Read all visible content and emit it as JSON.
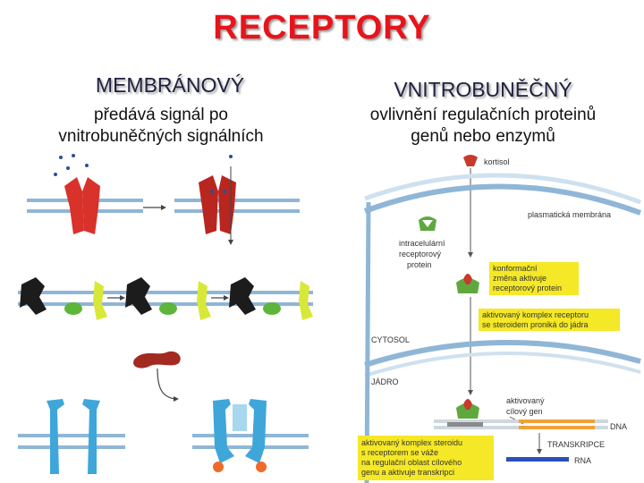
{
  "slide": {
    "title": "RECEPTORY",
    "left": {
      "heading": "MEMBRÁNOVÝ",
      "description_line1": "předává signál po",
      "description_line2": "vnitrobuněčných signálních"
    },
    "right": {
      "heading": "VNITROBUNĚČNÝ",
      "description_line1": "ovlivnění regulačních proteinů",
      "description_line2": "genů nebo enzymů"
    }
  },
  "diagram_right": {
    "hormone_label": "kortisol",
    "membrane_label": "plasmatická membrána",
    "receptor_label_1": "intracelulární",
    "receptor_label_2": "receptorový",
    "receptor_label_3": "protein",
    "box1_line1": "konformační",
    "box1_line2": "změna aktivuje",
    "box1_line3": "receptorový protein",
    "box2_line1": "aktivovaný komplex receptoru",
    "box2_line2": "se steroidem proniká do jádra",
    "cytosol_label": "CYTOSOL",
    "nucleus_label": "JÁDRO",
    "gene_label_1": "aktivovaný",
    "gene_label_2": "cílový gen",
    "dna_label": "DNA",
    "transcription_label": "TRANSKRIPCE",
    "rna_label": "RNA",
    "box3_line1": "aktivovaný komplex steroidu",
    "box3_line2": "s receptorem se váže",
    "box3_line3": "na regulační oblast cílového",
    "box3_line4": "genu a aktivuje transkripci"
  },
  "colors": {
    "title": "#e8141b",
    "receptor_red": "#d8322a",
    "kinase_green": "#5db53a",
    "receptor_blue": "#3fa6d9",
    "note_yellow": "#f5e826",
    "membrane_blue": "#8fb6d6"
  }
}
